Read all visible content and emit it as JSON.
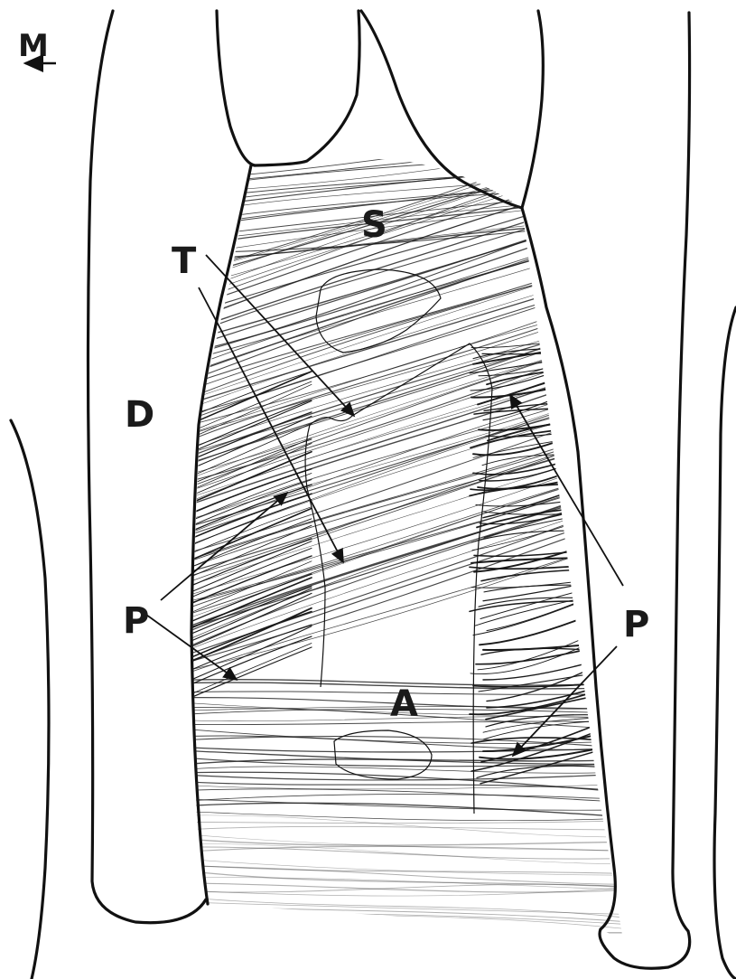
{
  "orientation": {
    "letter": "M",
    "arrow": "left-arrow-icon"
  },
  "labels": {
    "S": "S",
    "T": "T",
    "D": "D",
    "P_left": "P",
    "P_right": "P",
    "A": "A"
  },
  "colors": {
    "ink": "#111111",
    "paper": "#ffffff"
  }
}
